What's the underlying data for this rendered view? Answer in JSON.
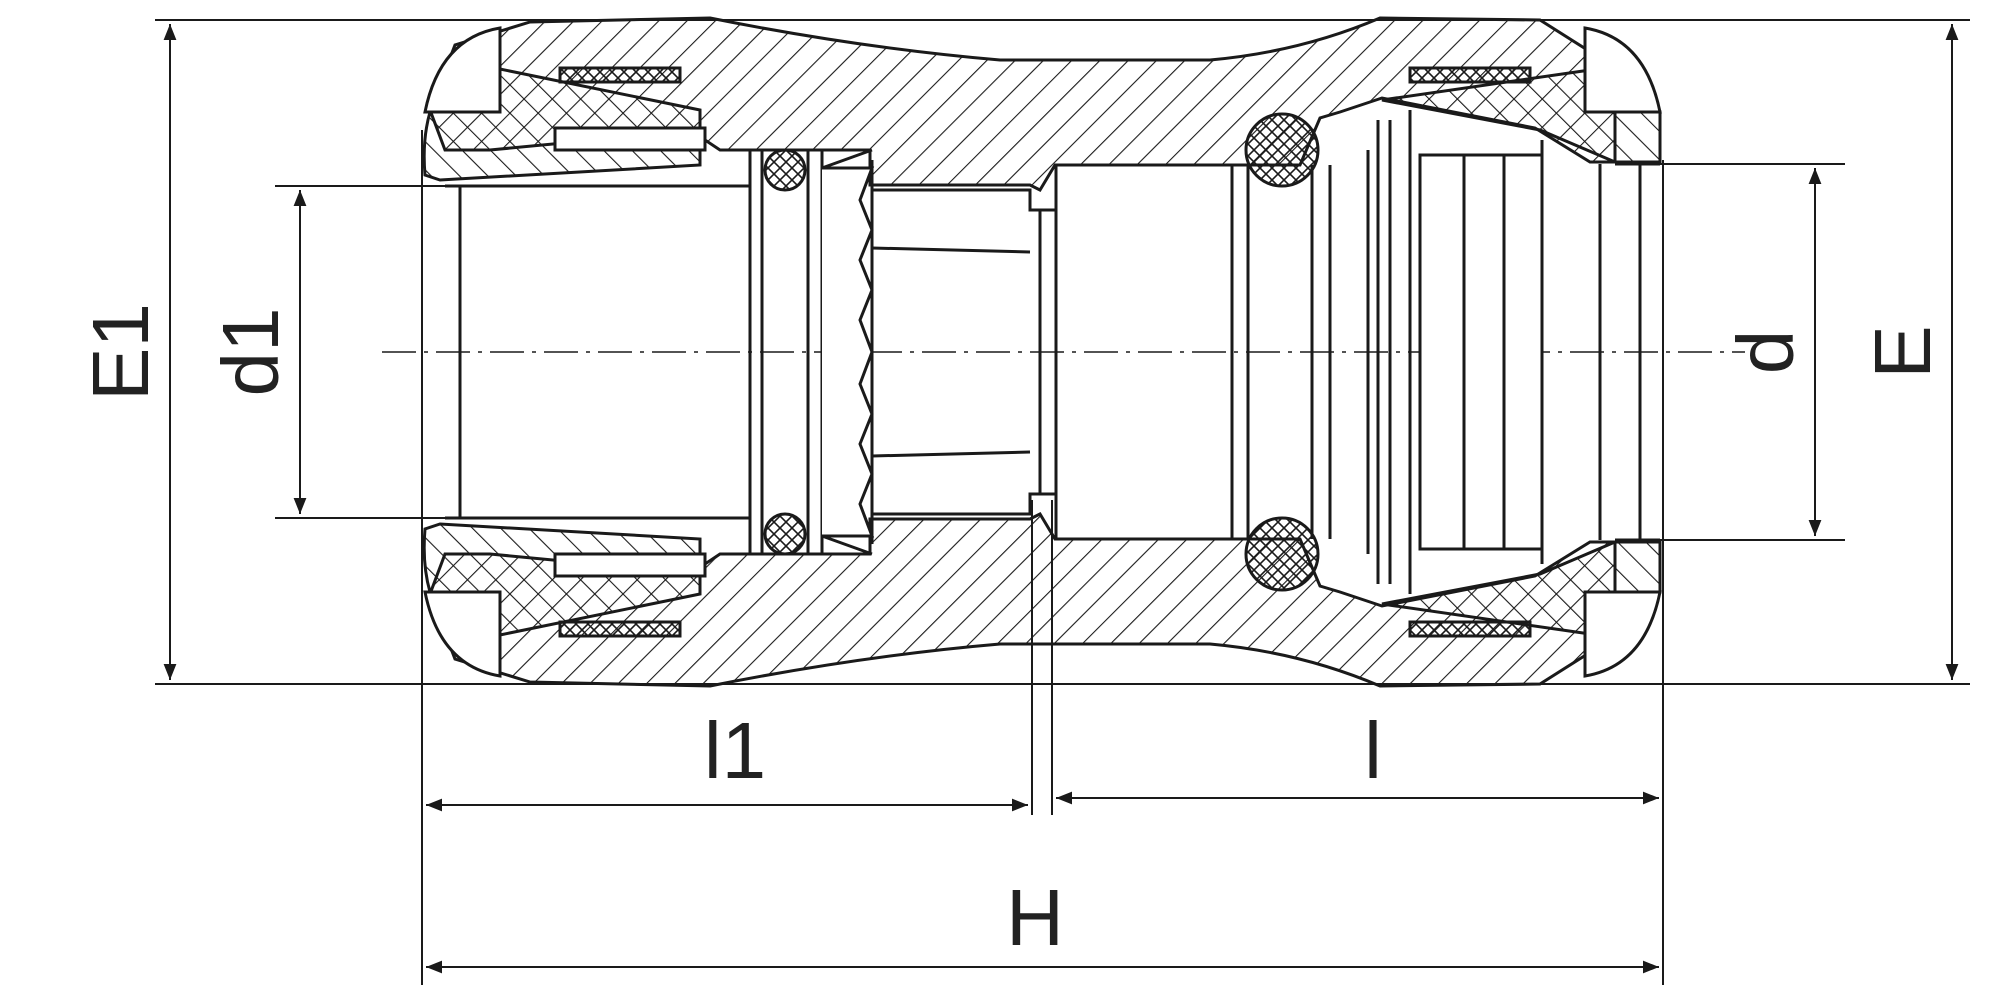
{
  "drawing": {
    "colors": {
      "line": "#1a1a1a",
      "hatch": "#1a1a1a",
      "label": "#222222",
      "background": "#ffffff"
    },
    "dimensions": {
      "E1": "E1",
      "d1": "d1",
      "d": "d",
      "E": "E",
      "l1": "l1",
      "l": "l",
      "H": "H"
    }
  }
}
